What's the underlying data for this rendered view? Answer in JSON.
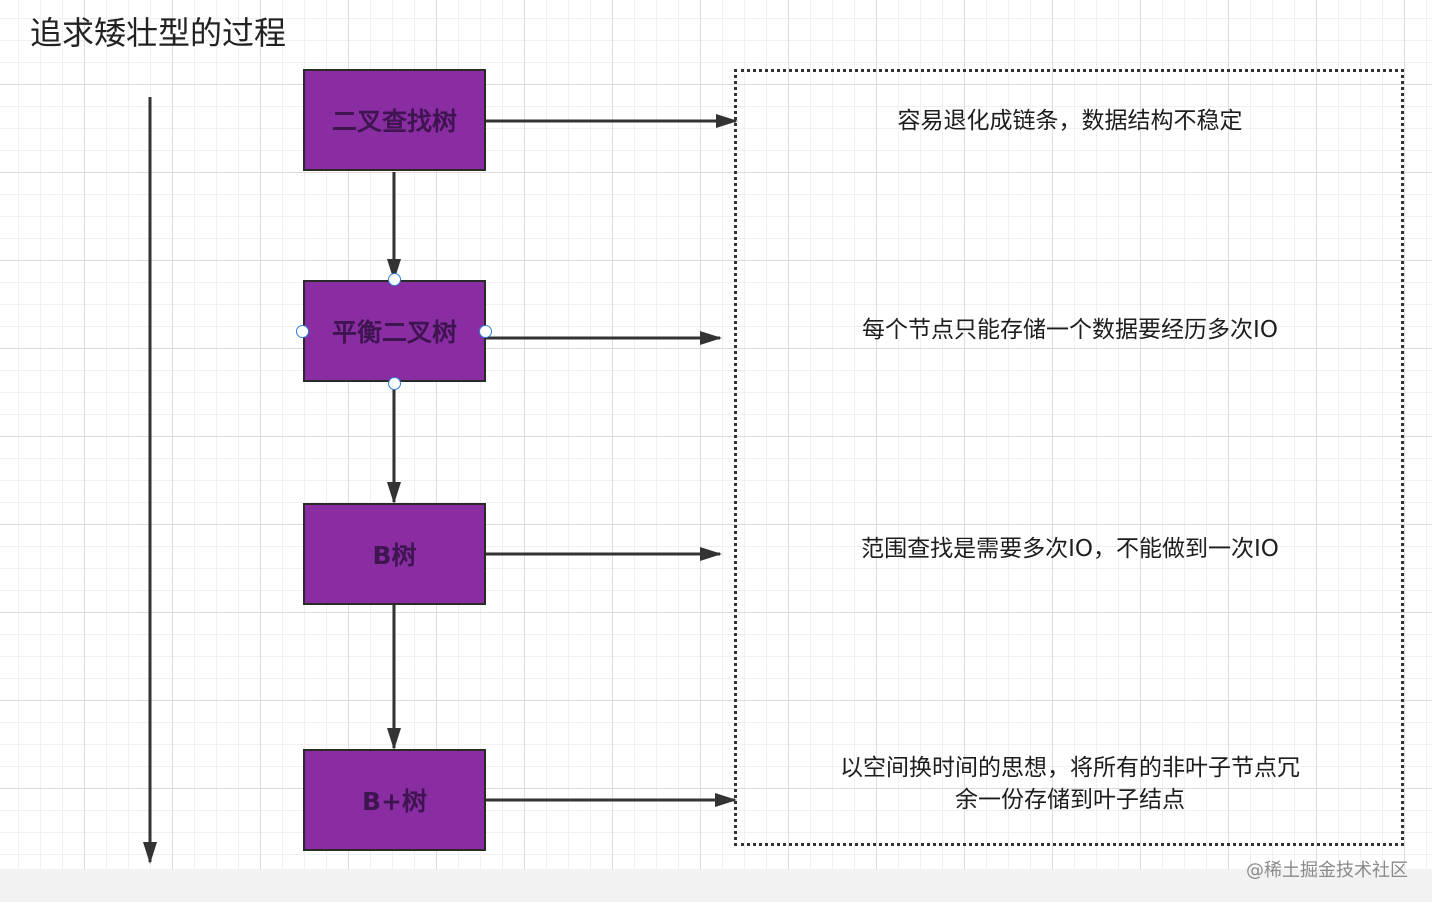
{
  "title": "追求矮壮型的过程",
  "nodes": [
    {
      "label": "二叉查找树",
      "description": "容易退化成链条，数据结构不稳定"
    },
    {
      "label": "平衡二叉树",
      "description": "每个节点只能存储一个数据要经历多次IO"
    },
    {
      "label": "B树",
      "description": "范围查找是需要多次IO，不能做到一次IO"
    },
    {
      "label": "B+树",
      "description_line1": "以空间换时间的思想，将所有的非叶子节点冗",
      "description_line2": "余一份存储到叶子结点"
    }
  ],
  "colors": {
    "node_fill": "#8a2da3",
    "node_text": "#3e1550",
    "arrow": "#333333",
    "handle": "#2f7fd6"
  },
  "watermark": "@稀土掘金技术社区"
}
